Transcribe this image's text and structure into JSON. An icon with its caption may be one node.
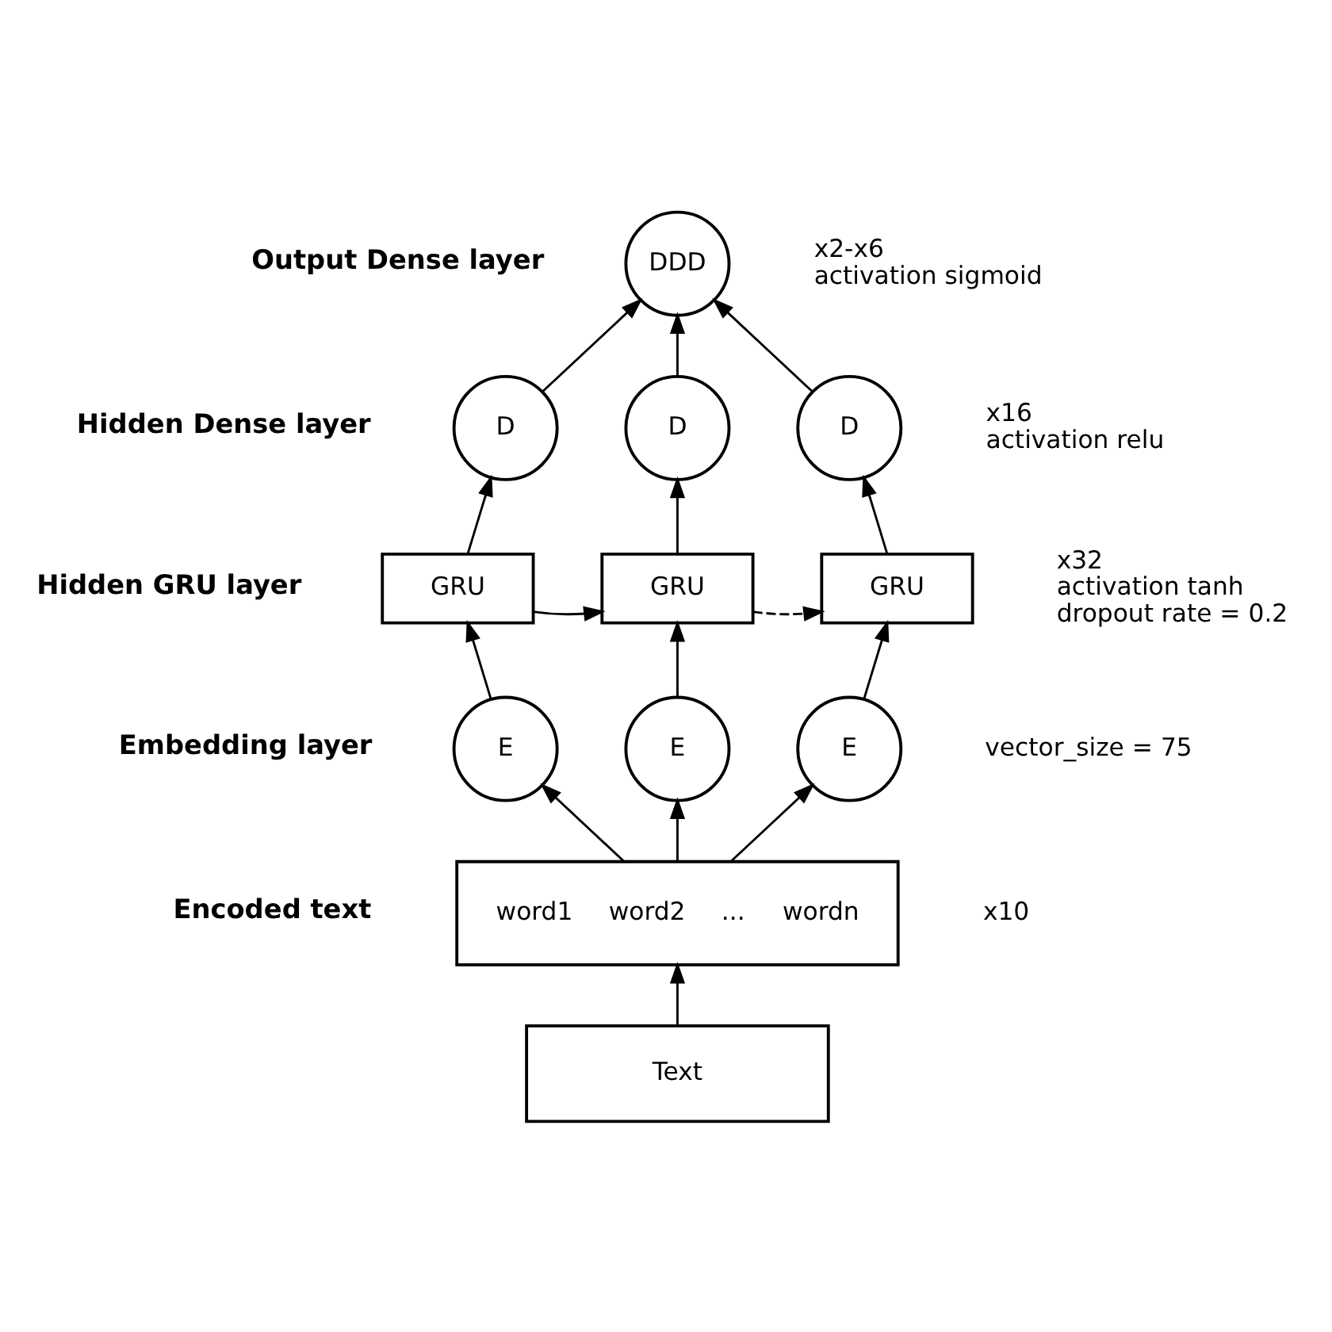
{
  "diagram": {
    "nodes": [
      {
        "text": [
          "DDD"
        ],
        "beside": [
          "x2-x6",
          "activation sigmoid"
        ]
      },
      {
        "text": [
          "D"
        ]
      },
      {
        "text": [
          "D"
        ]
      },
      {
        "text": [
          "D"
        ],
        "beside": [
          "x16",
          "activation relu"
        ]
      },
      {
        "text": [
          "GRU"
        ]
      },
      {
        "text": [
          "GRU"
        ]
      },
      {
        "text": [
          "GRU"
        ],
        "beside": [
          "x32",
          "activation tanh",
          "dropout rate = 0.2"
        ]
      },
      {
        "text": [
          "E"
        ]
      },
      {
        "text": [
          "E"
        ]
      },
      {
        "text": [
          "E"
        ],
        "beside": [
          "vector_size = 75"
        ]
      },
      {
        "text": [
          "word1",
          "word2",
          "...",
          "wordn"
        ],
        "beside": [
          "x10"
        ]
      },
      {
        "text": [
          "Text"
        ]
      }
    ],
    "edges": [
      {
        "from": 1,
        "to": 0,
        "arrow": "to"
      },
      {
        "from": 2,
        "to": 0,
        "arrow": "to"
      },
      {
        "from": 3,
        "to": 0,
        "arrow": "to"
      },
      {
        "from": 4,
        "to": 1,
        "arrow": "to"
      },
      {
        "from": 5,
        "to": 2,
        "arrow": "to"
      },
      {
        "from": 6,
        "to": 3,
        "arrow": "to"
      },
      {
        "from": 4,
        "to": 5,
        "arrow": "to"
      },
      {
        "from": 5,
        "to": 6,
        "arrow": "to",
        "style": "dashed"
      },
      {
        "from": 7,
        "to": 4,
        "arrow": "to"
      },
      {
        "from": 8,
        "to": 5,
        "arrow": "to"
      },
      {
        "from": 9,
        "to": 6,
        "arrow": "to"
      },
      {
        "from": 10,
        "to": 7,
        "arrow": "to"
      },
      {
        "from": 10,
        "to": 8,
        "arrow": "to"
      },
      {
        "from": 10,
        "to": 9,
        "arrow": "to"
      },
      {
        "from": 11,
        "to": 10,
        "arrow": "to"
      }
    ],
    "labels": [
      "Output Dense layer",
      "Hidden Dense layer",
      "Hidden GRU layer",
      "Embedding layer",
      "Encoded text"
    ]
  }
}
